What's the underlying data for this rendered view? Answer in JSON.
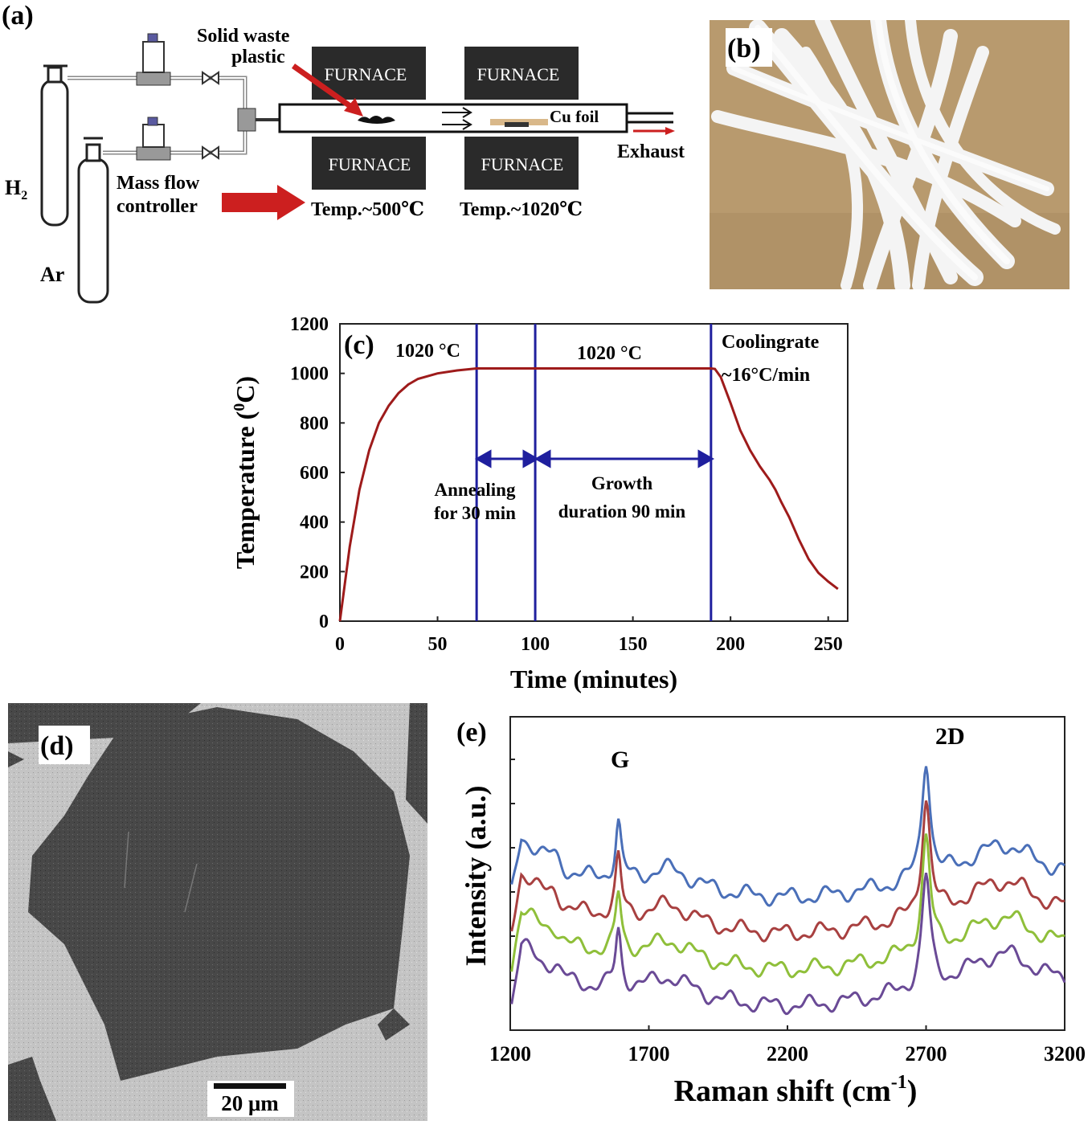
{
  "panels": {
    "a": {
      "label": "(a)",
      "gas_h2": "H",
      "gas_h2_sub": "2",
      "gas_ar": "Ar",
      "mfc_label_1": "Mass flow",
      "mfc_label_2": "controller",
      "waste_label_1": "Solid waste",
      "waste_label_2": "plastic",
      "furnace_label": "FURNACE",
      "cu_label": "Cu foil",
      "exhaust_label": "Exhaust",
      "temp1": "Temp.~500℃",
      "temp2": "Temp.~1020℃"
    },
    "b": {
      "label": "(b)"
    },
    "c": {
      "label": "(c)"
    },
    "d": {
      "label": "(d)",
      "scale_bar": "20 μm"
    },
    "e": {
      "label": "(e)"
    }
  },
  "chart_data": [
    {
      "type": "line",
      "panel": "c",
      "xlabel": "Time (minutes)",
      "ylabel": "Temperature (°C)",
      "ylabel_main": "Temperature (",
      "ylabel_sup": "0",
      "ylabel_end": "C)",
      "xlim": [
        0,
        260
      ],
      "ylim": [
        0,
        1200
      ],
      "xticks": [
        0,
        50,
        100,
        150,
        200,
        250
      ],
      "yticks": [
        0,
        200,
        400,
        600,
        800,
        1000,
        1200
      ],
      "series": [
        {
          "color": "#9e1b1b",
          "points": [
            [
              0,
              0
            ],
            [
              2,
              120
            ],
            [
              5,
              300
            ],
            [
              10,
              530
            ],
            [
              15,
              690
            ],
            [
              20,
              800
            ],
            [
              25,
              870
            ],
            [
              30,
              920
            ],
            [
              35,
              955
            ],
            [
              40,
              978
            ],
            [
              50,
              1000
            ],
            [
              60,
              1012
            ],
            [
              70,
              1020
            ],
            [
              100,
              1020
            ],
            [
              150,
              1020
            ],
            [
              190,
              1020
            ],
            [
              192,
              1018
            ],
            [
              195,
              985
            ],
            [
              200,
              880
            ],
            [
              205,
              770
            ],
            [
              210,
              690
            ],
            [
              215,
              625
            ],
            [
              220,
              570
            ],
            [
              223,
              530
            ],
            [
              226,
              480
            ],
            [
              230,
              420
            ],
            [
              235,
              330
            ],
            [
              240,
              250
            ],
            [
              245,
              195
            ],
            [
              250,
              160
            ],
            [
              255,
              130
            ]
          ]
        }
      ],
      "vlines": [
        70,
        100,
        190
      ],
      "vline_color": "#1f1f9e",
      "annotations": {
        "hold_label_1": "1020 °C",
        "hold_label_2": "1020 °C",
        "cooling_1": "Coolingrate",
        "cooling_2": "~16°C/min",
        "anneal_1": "Annealing",
        "anneal_2": "for 30 min",
        "growth_1": "Growth",
        "growth_2": "duration 90 min"
      }
    },
    {
      "type": "line",
      "panel": "e",
      "xlabel": "Raman shift (cm",
      "xlabel_sup": "-1",
      "xlabel_end": ")",
      "ylabel": "Intensity (a.u.)",
      "xlim": [
        1200,
        3200
      ],
      "xticks": [
        1200,
        1700,
        2200,
        2700,
        3200
      ],
      "peak_labels": {
        "g": "G",
        "d2": "2D"
      },
      "series": [
        {
          "color": "#4a6fb8",
          "offset": 3
        },
        {
          "color": "#a84040",
          "offset": 2
        },
        {
          "color": "#8fbf3a",
          "offset": 1
        },
        {
          "color": "#6a4a96",
          "offset": 0
        }
      ]
    }
  ]
}
